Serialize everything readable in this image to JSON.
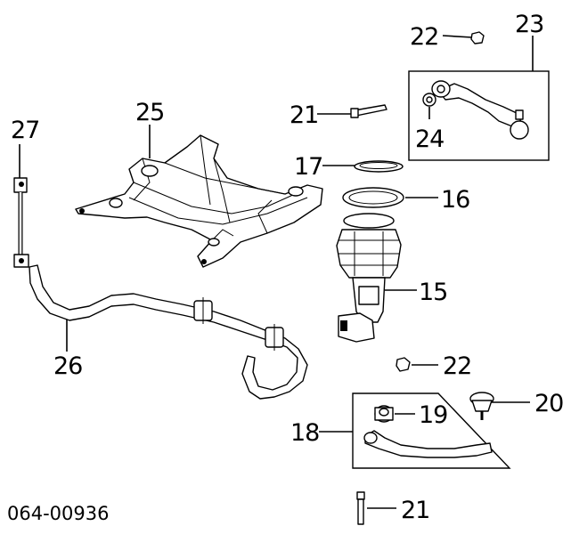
{
  "diagram": {
    "code": "064-00936",
    "callouts": {
      "c27": "27",
      "c25": "25",
      "c26": "26",
      "c22a": "22",
      "c23": "23",
      "c21a": "21",
      "c24": "24",
      "c17": "17",
      "c16": "16",
      "c15": "15",
      "c22b": "22",
      "c20": "20",
      "c19": "19",
      "c18": "18",
      "c21b": "21"
    }
  }
}
